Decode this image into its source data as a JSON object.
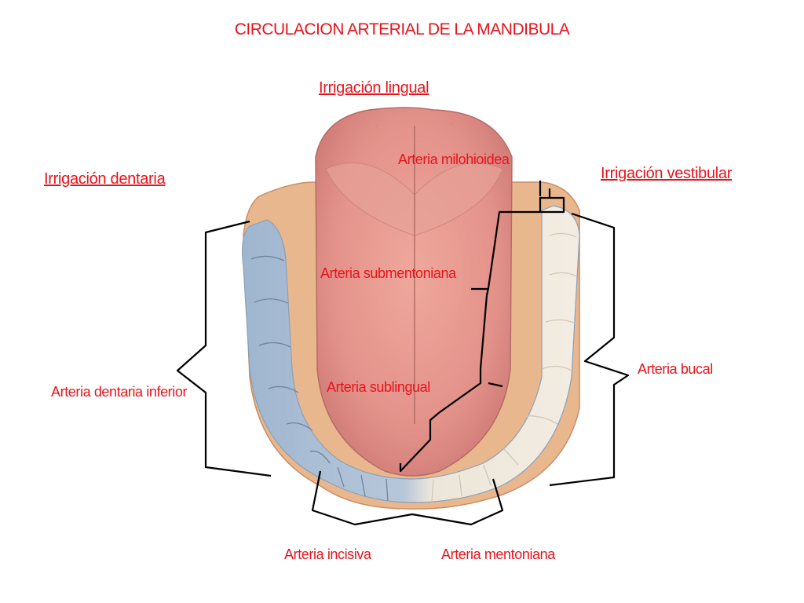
{
  "title": "CIRCULACION  ARTERIAL DE LA MANDIBULA",
  "headers": {
    "lingual": "Irrigación lingual",
    "dentaria": "Irrigación dentaria",
    "vestibular": "Irrigación vestibular"
  },
  "labels": {
    "milohioidea": "Arteria milohioidea",
    "submentoniana": "Arteria submentoniana",
    "sublingual": "Arteria sublingual",
    "dentaria_inferior": "Arteria dentaria inferior",
    "bucal": "Arteria bucal",
    "incisiva": "Arteria incisiva",
    "mentoniana": "Arteria mentoniana"
  },
  "colors": {
    "label_red": "#e8141c",
    "tongue": "#e89c92",
    "gum": "#e8b48a",
    "tooth_left_blue": "#a9bdd4",
    "tooth_right_white": "#efe9df",
    "bracket": "#000000"
  }
}
